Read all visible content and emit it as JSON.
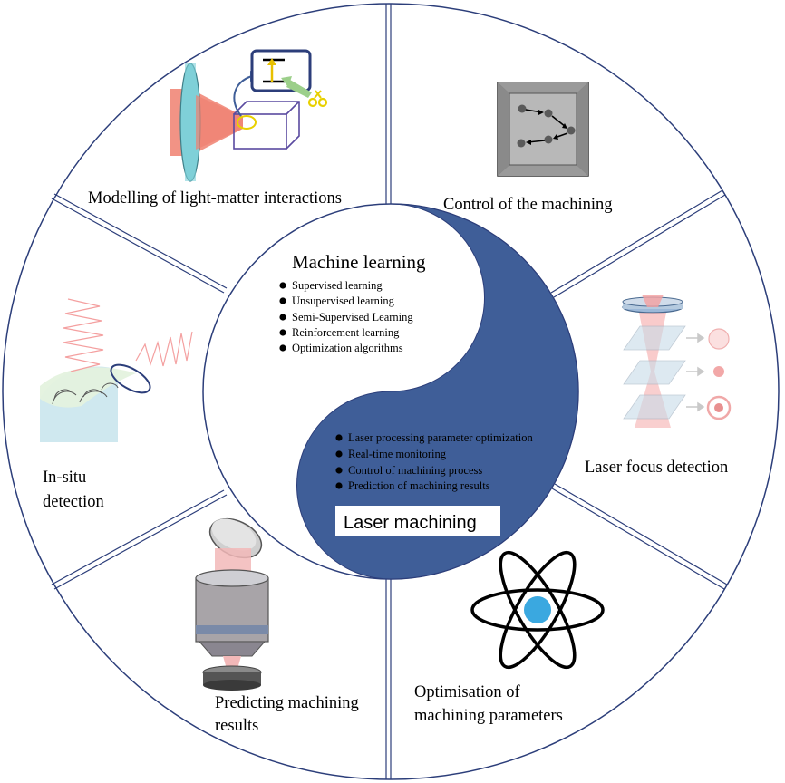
{
  "segments": {
    "modelling": "Modelling of light-matter interactions",
    "control": "Control of the machining",
    "focus": "Laser focus detection",
    "insitu_line1": "In-situ",
    "insitu_line2": "detection",
    "predicting_line1": "Predicting machining",
    "predicting_line2": "results",
    "optimisation_line1": "Optimisation of",
    "optimisation_line2": "machining parameters"
  },
  "center": {
    "ml_title": "Machine learning",
    "ml_items": [
      "Supervised learning",
      "Unsupervised learning",
      "Semi-Supervised Learning",
      "Reinforcement learning",
      "Optimization algorithms"
    ],
    "laser_title": "Laser machining",
    "laser_items": [
      "Laser processing parameter optimization",
      "Real-time monitoring",
      "Control of machining process",
      "Prediction of machining results"
    ]
  },
  "colors": {
    "yin_dark": "#3f5e98",
    "outline": "#2c3e7a",
    "laser_red": "#f08070",
    "glass_teal": "#7fd0d8",
    "atom_blue": "#3aa8e0"
  }
}
